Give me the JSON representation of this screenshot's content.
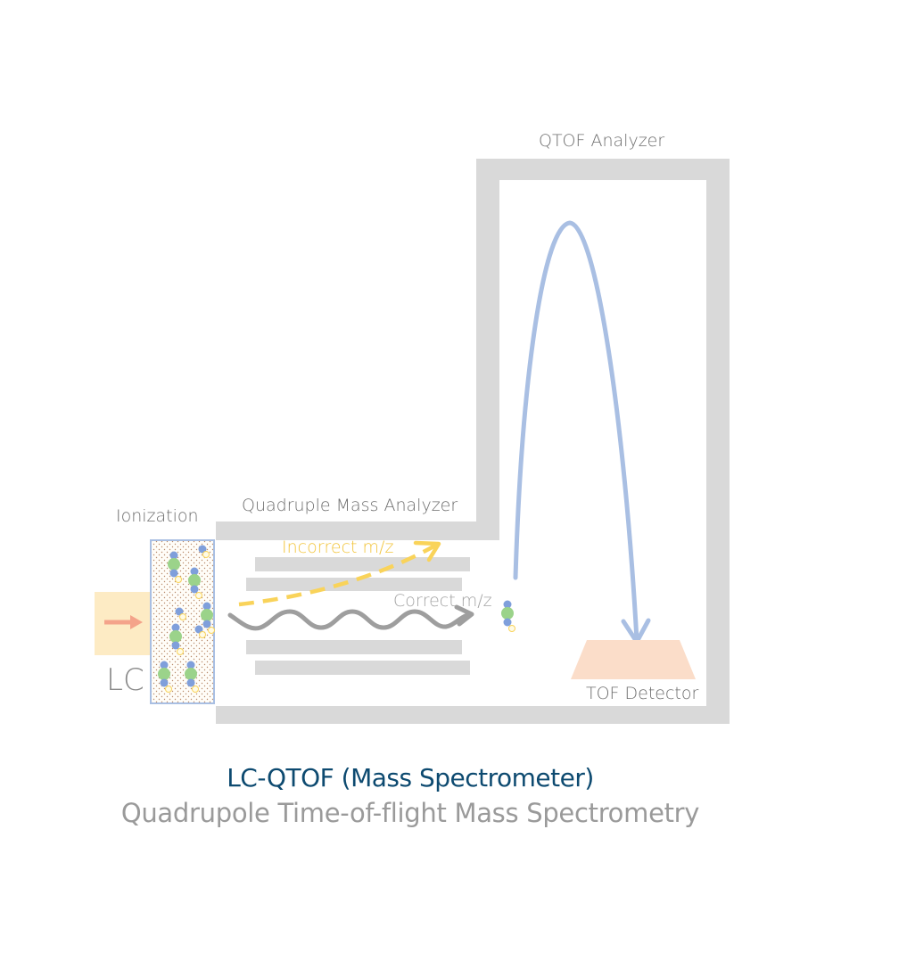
{
  "labels": {
    "qtof_analyzer": "QTOF Analyzer",
    "quadruple_mass_analyzer": "Quadruple Mass Analyzer",
    "ionization": "Ionization",
    "lc": "LC",
    "incorrect_mz": "Incorrect m/z",
    "correct_mz": "Correct m/z",
    "tof_detector": "TOF Detector"
  },
  "caption": {
    "title": "LC-QTOF (Mass Spectrometer)",
    "subtitle": "Quadrupole Time-of-flight Mass Spectrometry"
  },
  "colors": {
    "frame": "#d9d9d9",
    "flight_path": "#a9bfe3",
    "incorrect_path": "#f9d35a",
    "correct_path": "#9e9e9e",
    "lc_box": "#fdebc4",
    "lc_arrow": "#f4a38a",
    "detector": "#fbddc9",
    "title": "#0d4a70",
    "subtitle": "#9a9a9a",
    "ion_blue": "#7f9fdb",
    "ion_green": "#9bd38a",
    "ion_charge": "#f9d35a"
  },
  "icons": {
    "ion_charge_symbol": "+"
  }
}
